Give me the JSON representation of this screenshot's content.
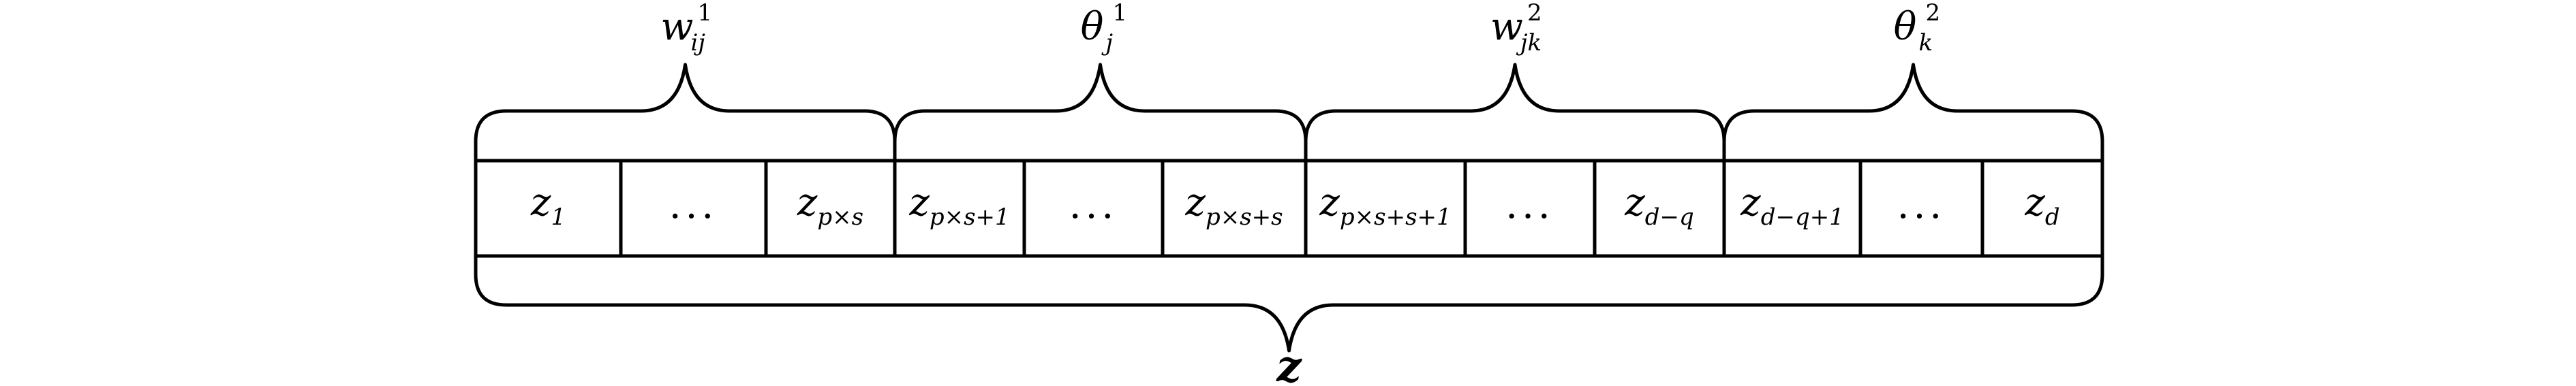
{
  "cells": [
    {
      "main": "z",
      "sub": "1"
    },
    {
      "dots": "..."
    },
    {
      "main": "z",
      "sub": "p×s"
    },
    {
      "main": "z",
      "sub": "p×s+1"
    },
    {
      "dots": "..."
    },
    {
      "main": "z",
      "sub": "p×s+s"
    },
    {
      "main": "z",
      "sub": "p×s+s+1"
    },
    {
      "dots": "..."
    },
    {
      "main": "z",
      "sub": "d−q"
    },
    {
      "main": "z",
      "sub": "d−q+1"
    },
    {
      "dots": "..."
    },
    {
      "main": "z",
      "sub": "d"
    }
  ],
  "groups": [
    {
      "main": "w",
      "sup": "1",
      "sub": "ij",
      "cells": [
        0,
        2
      ]
    },
    {
      "main": "θ",
      "sup": "1",
      "sub": "j",
      "cells": [
        3,
        5
      ]
    },
    {
      "main": "w",
      "sup": "2",
      "sub": "jk",
      "cells": [
        6,
        8
      ]
    },
    {
      "main": "θ",
      "sup": "2",
      "sub": "k",
      "cells": [
        9,
        11
      ]
    }
  ],
  "total": {
    "label": "z"
  }
}
